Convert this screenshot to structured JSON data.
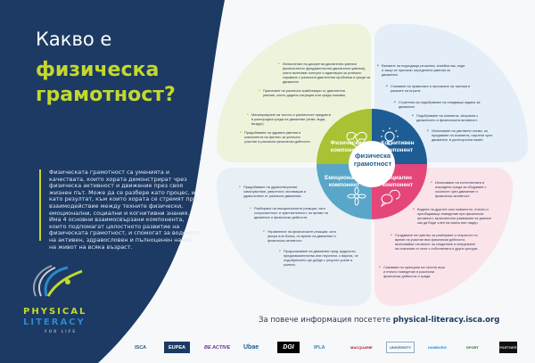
{
  "colors": {
    "navy": "#1c3a63",
    "lime": "#c4d82e",
    "physical": "#a7c232",
    "cognitive": "#1e5d93",
    "emotional": "#5aa6c8",
    "social": "#e4467a"
  },
  "title": {
    "line1": "Какво е",
    "line2": "физическа",
    "line3": "грамотност?"
  },
  "intro": "Физическата грамотност са уменията и качествата, които хората демонстрират чрез физическа активност и движение през своя жизнен път. Може да се разбере като процес, и като резултат, към които хората се стремят при взаимодействие между техните физически, емоционални, социални и когнитивни знания. Има 4 основни взаимосвързани компонента, които подпомагат цялостното развитие на физическата грамотност, и спомогат за воденето на активен, здравословен и пълноценен начин на живот на всяка възраст.",
  "brand": {
    "line1": "PHYSICAL",
    "line2": "LITERACY",
    "line3": "FOR LIFE"
  },
  "center": {
    "line1": "физическа",
    "line2": "грамотност"
  },
  "components": {
    "physical": {
      "label1": "Физически",
      "label2": "компонент",
      "icon": "heart-pulse-icon",
      "items": [
        "Изпълнение на дискретни двигателни умения (включително фундаментални двигателни умения), които включват контрол и адаптация за успешно справяне с различни двигателни проблеми и среди за движение.",
        "Прилагане на различни комбинации от двигателни умения, които дадена ситуация или среда изисква.",
        "Манипулиране на тялото и различните предмети в разнородна среда на движение (земя, вода, въздух).",
        "Придобиване на здравни умения и компоненти на фитнес за успешно участие в различни физически дейности."
      ]
    },
    "cognitive": {
      "label1": "Когнитивен",
      "label2": "компонент",
      "icon": "lightbulb-icon",
      "items": [
        "Вземане на подходящи решения, знаейки как, къде и защо се прилагат определени умения за движение.",
        "Спазване на правилата и прилагане на тактика в рамките на играта.",
        "Стратегии за подобряване на следващи задачи за движение.",
        "Подобряване на знанията, свързани с движението и физическата активност.",
        "Използване на умствени схеми, за предаване на знанията, научени чрез движение, в дългосрочна памет."
      ]
    },
    "emotional": {
      "label1": "Емоционален",
      "label2": "компонент",
      "icon": "flower-icon",
      "items": [
        "Придобиване на удовлетворение, самочувствие, увереност, мотивация и удоволствие от различни движения.",
        "Разбиране на емоционалните реакции, като съпричастност и чувствителност, по време на движение и физически дейности.",
        "Управление на физическите реакции, като умора или болка, по време на движение и физическа активност.",
        "Продължаване на движение пред трудности, предизвикателства или неуспехи, с вярата, че подобрението ще дойде с упорито учене и усилия."
      ]
    },
    "social": {
      "label1": "Социален",
      "label2": "компонент",
      "icon": "speech-bubbles-icon",
      "items": [
        "Използване на естествената и изградена среда за общуване с околните чрез движение и физическа активност.",
        "Водене на другите към съвместно, етично и приобщаващо поведение при физическа активност, включително развиване на умение как да бъде член на екипа или лидер.",
        "Създаване на чувство за разбиране и откритост по време на участие във физически дейности, включвайки готовност за споделяне и натрупване на познания от опит с собствената и други култури.",
        "Спазване на принципи на честна игра и етично поведение в различни физически дейности и среди."
      ]
    }
  },
  "footer": {
    "text": "За повече информация посетете",
    "link": "physical-literacy.isca.org"
  },
  "partners": [
    "ISCA",
    "EUPEA",
    "BE ACTIVE",
    "Ubae",
    "DGI",
    "IPLA",
    "MACQUARIE",
    "UNIVERSITY",
    "HAMBURG",
    "SPORT",
    "PARTNER"
  ]
}
